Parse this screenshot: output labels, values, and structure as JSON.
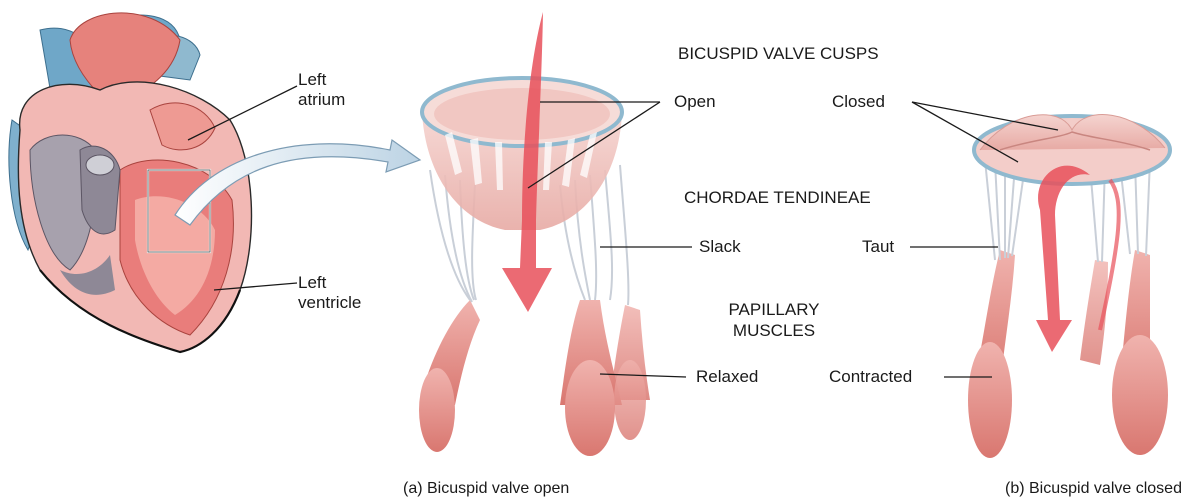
{
  "headings": {
    "cusps": "BICUSPID VALVE CUSPS",
    "chordae": "CHORDAE TENDINEAE",
    "papillary_line1": "PAPILLARY",
    "papillary_line2": "MUSCLES"
  },
  "heart_labels": {
    "atrium_line1": "Left",
    "atrium_line2": "atrium",
    "ventricle_line1": "Left",
    "ventricle_line2": "ventricle"
  },
  "state_labels": {
    "open": "Open",
    "closed": "Closed",
    "slack": "Slack",
    "taut": "Taut",
    "relaxed": "Relaxed",
    "contracted": "Contracted"
  },
  "captions": {
    "a": "(a) Bicuspid valve open",
    "b": "(b) Bicuspid valve closed"
  },
  "colors": {
    "arrow_red": "#e8505a",
    "tissue_pink": "#f2b8b4",
    "muscle_red": "#e58b86",
    "vessel_blue": "#6fa7c8",
    "ring_blue": "#8fb9cf",
    "myocardium": "#e97d7b"
  }
}
